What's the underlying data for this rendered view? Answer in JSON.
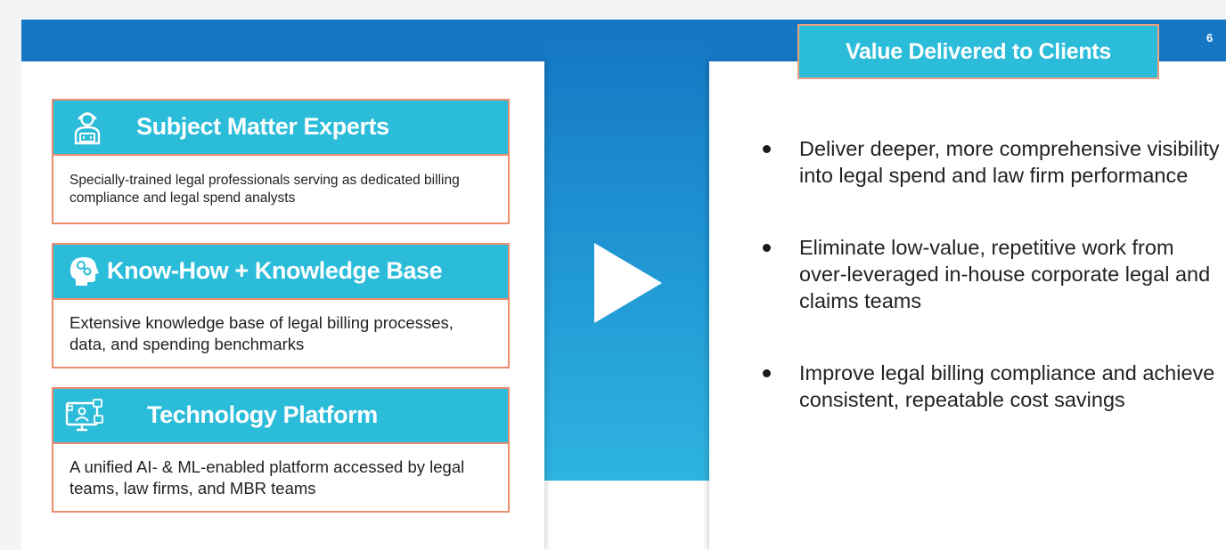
{
  "page_number": "6",
  "value_title": "Value Delivered to Clients",
  "cards": [
    {
      "title": "Subject Matter Experts",
      "icon": "expert-person-icon",
      "text": "Specially-trained legal professionals serving as dedicated billing compliance and legal spend analysts"
    },
    {
      "title": "Know-How + Knowledge Base",
      "icon": "brain-head-icon",
      "text": "Extensive knowledge base of legal billing processes, data, and spending benchmarks"
    },
    {
      "title": "Technology Platform",
      "icon": "monitor-platform-icon",
      "text": "A unified AI- & ML-enabled platform accessed by legal teams, law firms, and MBR teams"
    }
  ],
  "center_icon": "play-arrow-icon",
  "bullets": [
    "Deliver deeper, more comprehensive visibility into legal spend and law firm performance",
    "Eliminate low-value, repetitive work from over-leveraged in-house corporate legal and claims teams",
    "Improve legal billing compliance and achieve consistent, repeatable cost savings"
  ],
  "colors": {
    "blue_band": "#1677c4",
    "header_cyan": "#2bbcd9",
    "border_salmon": "#ec8c70"
  }
}
